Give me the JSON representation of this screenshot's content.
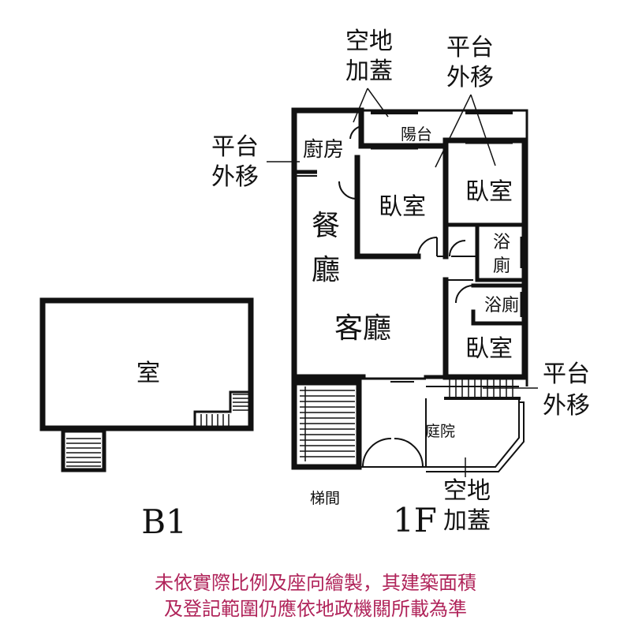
{
  "labels": {
    "b1_room": "室",
    "b1_floor": "B1",
    "f1_floor": "1F",
    "kitchen": "廚房",
    "balcony": "陽台",
    "bedroom_a": "臥室",
    "bedroom_b": "臥室",
    "bedroom_c": "臥室",
    "dining_1": "餐",
    "dining_2": "廳",
    "living": "客廳",
    "bath_a_1": "浴",
    "bath_a_2": "廁",
    "bath_b": "浴廁",
    "garden": "庭院",
    "stairwell": "梯間"
  },
  "annotations": {
    "top_enclosure_1": "空地",
    "top_enclosure_2": "加蓋",
    "top_platform_1": "平台",
    "top_platform_2": "外移",
    "left_platform_1": "平台",
    "left_platform_2": "外移",
    "right_platform_1": "平台",
    "right_platform_2": "外移",
    "bottom_enclosure_1": "空地",
    "bottom_enclosure_2": "加蓋"
  },
  "disclaimer": {
    "line1": "未依實際比例及座向繪製，其建築面積",
    "line2": "及登記範圍仍應依地政機關所載為準"
  },
  "colors": {
    "wall": "#111111",
    "disclaimer": "#b0245a"
  }
}
